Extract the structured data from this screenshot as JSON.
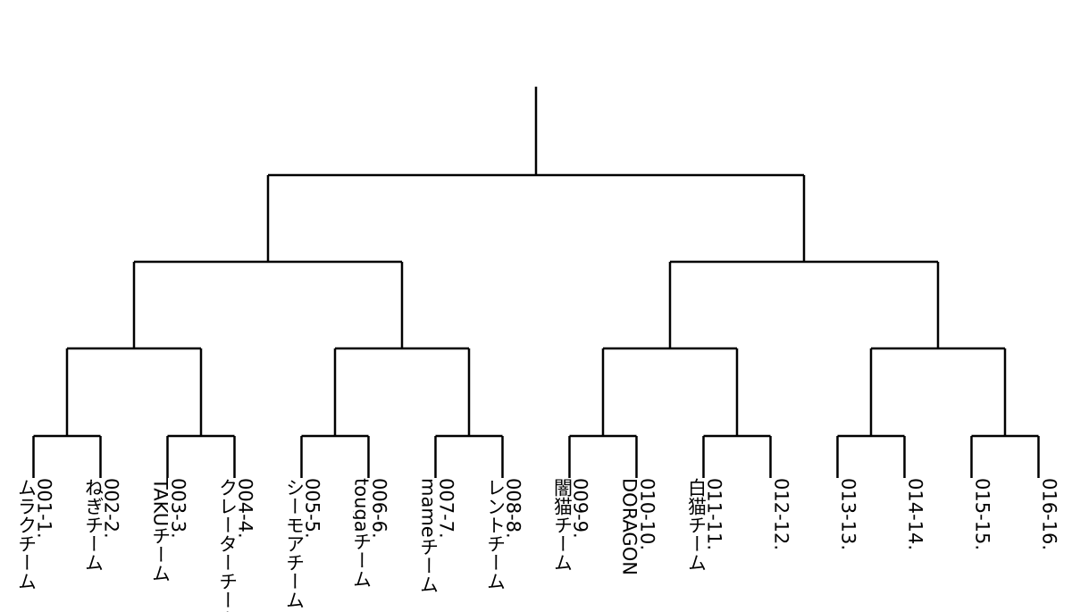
{
  "bracket": {
    "line_color": "#000000",
    "entries": [
      {
        "seed": "001-1.",
        "team": "ムラクチーム"
      },
      {
        "seed": "002-2.",
        "team": "ねぎチーム"
      },
      {
        "seed": "003-3.",
        "team": "TAKUチーム"
      },
      {
        "seed": "004-4.",
        "team": "クレーターチーム"
      },
      {
        "seed": "005-5.",
        "team": "シーモアチーム"
      },
      {
        "seed": "006-6.",
        "team": "tougaチーム"
      },
      {
        "seed": "007-7.",
        "team": "mameチーム"
      },
      {
        "seed": "008-8.",
        "team": "レントチーム"
      },
      {
        "seed": "009-9.",
        "team": "闇猫チーム"
      },
      {
        "seed": "010-10.",
        "team": "DORAGON"
      },
      {
        "seed": "011-11.",
        "team": "白猫チーム"
      },
      {
        "seed": "012-12.",
        "team": ""
      },
      {
        "seed": "013-13.",
        "team": ""
      },
      {
        "seed": "014-14.",
        "team": ""
      },
      {
        "seed": "015-15.",
        "team": ""
      },
      {
        "seed": "016-16.",
        "team": ""
      }
    ]
  }
}
